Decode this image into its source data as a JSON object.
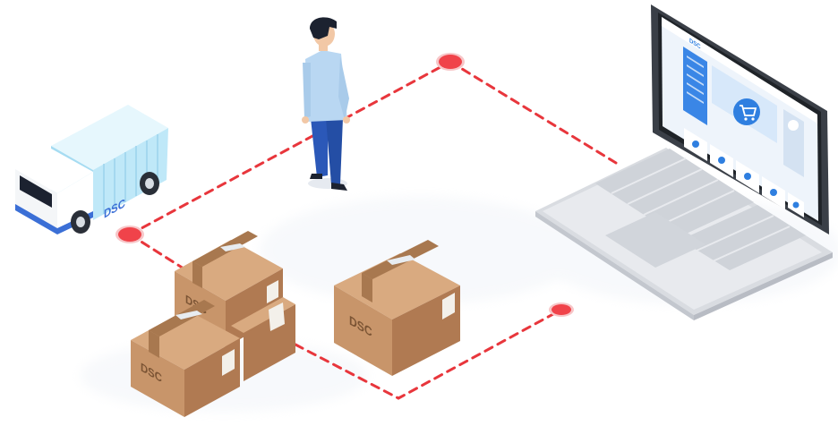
{
  "brand": {
    "truck_label": "DSC",
    "box_label": "DSC",
    "screen_logo": "DSC"
  },
  "colors": {
    "route_line": "#e8363c",
    "route_node": "#f0434a",
    "box_face": "#c8956a",
    "box_side": "#b07a52",
    "box_top": "#d9aa80",
    "box_tape": "#a8784f",
    "truck_cargo": "#bfe8f8",
    "truck_cab": "#ffffff",
    "truck_accent": "#3b6fd6",
    "laptop_body": "#e6e8ec",
    "laptop_screen": "#eef4fb",
    "screen_accent": "#2f7fe0",
    "person_shirt": "#b9d7f2",
    "person_pants": "#2b58b8"
  },
  "icons": [
    "delivery-truck-illustration",
    "person-illustration",
    "package-box-illustration",
    "laptop-illustration",
    "shopping-cart-icon",
    "route-node-icon"
  ]
}
